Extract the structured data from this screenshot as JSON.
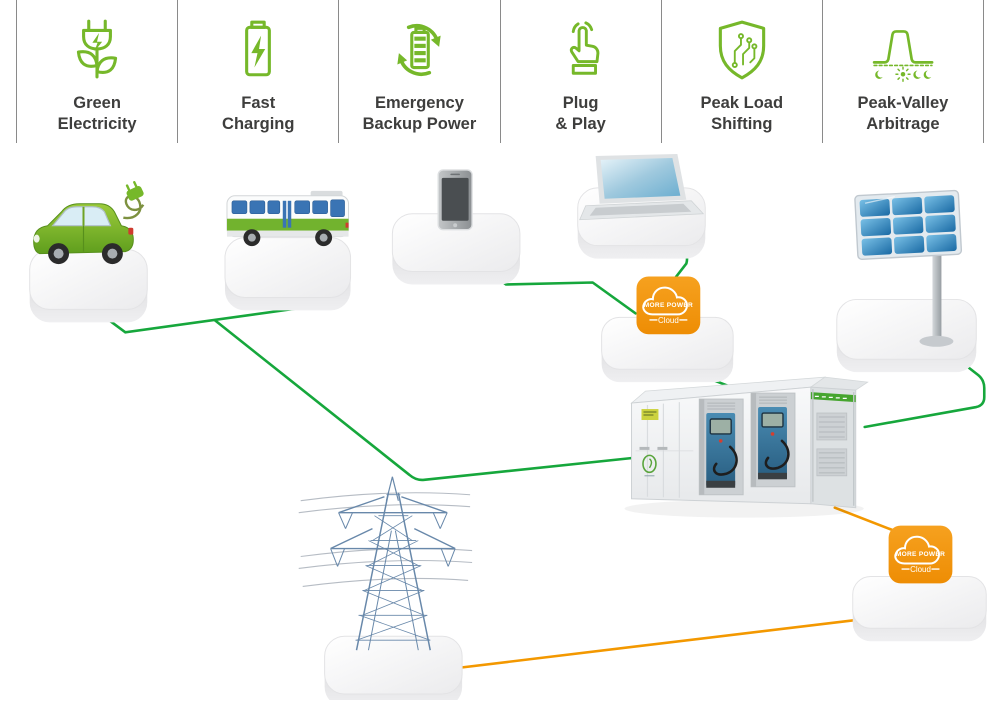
{
  "header": {
    "features": [
      {
        "icon": "green-electricity-icon",
        "line1": "Green",
        "line2": "Electricity"
      },
      {
        "icon": "fast-charging-icon",
        "line1": "Fast",
        "line2": "Charging"
      },
      {
        "icon": "emergency-backup-power-icon",
        "line1": "Emergency",
        "line2": "Backup Power"
      },
      {
        "icon": "plug-and-play-icon",
        "line1": "Plug",
        "line2": "& Play"
      },
      {
        "icon": "peak-load-shifting-icon",
        "line1": "Peak Load",
        "line2": "Shifting"
      },
      {
        "icon": "peak-valley-arbitrage-icon",
        "line1": "Peak-Valley",
        "line2": "Arbitrage"
      }
    ]
  },
  "cloud": {
    "title": "MORE POWER",
    "subtitle": "Cloud"
  },
  "colors": {
    "accent_green": "#76b82a",
    "line_green": "#16a73c",
    "line_orange": "#f39800",
    "cloud_orange": "#f2950f",
    "label_text": "#3e3e3d"
  },
  "diagram": {
    "objects": [
      "electric-car",
      "electric-bus",
      "smartphone",
      "laptop",
      "more-power-cloud",
      "solar-panel",
      "battery-storage-container",
      "transmission-tower"
    ]
  }
}
